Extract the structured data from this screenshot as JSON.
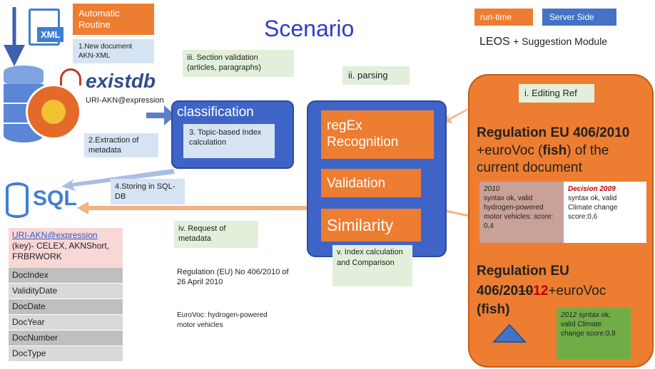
{
  "title": "Scenario",
  "legend": {
    "runtime": "run-time",
    "server": "Server Side",
    "leos": "LEOS",
    "suggestion": "+ Suggestion Module"
  },
  "left": {
    "xml_icon": "XML",
    "automatic_routine": "Automatic Routine",
    "new_document": "1.New document AKN-XML",
    "existdb": "existdb",
    "uri": "URI-AKN@expression",
    "extraction": "2.Extraction of metadata",
    "sql": "SQL",
    "storing": "4.Storing in SQL-DB",
    "table_header_link": "URI-AKN@expression",
    "table_header_rest": "(key)- CELEX, AKNShort, FRBRWORK",
    "table_rows": [
      "DocIndex",
      "ValidityDate",
      "DocDate",
      "DocYear",
      "DocNumber",
      "DocType"
    ]
  },
  "middle": {
    "section_validation": "iii. Section validation (articles, paragraphs)",
    "parsing": "ii. parsing",
    "classification": "classification",
    "topic_based": "3. Topic-based Index calculation",
    "request": "iv. Request of metadata",
    "regulation_text": "Regulation (EU) No 406/2010 of 26 April 2010",
    "eurovoc_text": "EuroVoc: hydrogen-powered motor vehicles",
    "regex": "regEx Recognition",
    "validation": "Validation",
    "similarity": "Similarity",
    "index_calc": "v. Index calculation and Comparison"
  },
  "right": {
    "editing_ref": "i. Editing Ref",
    "reg1_title": "Regulation EU 406/2010",
    "reg1_pre": "+euroVoc (",
    "reg1_bold": "fish",
    "reg1_post": ") of the current document",
    "box2010_year": "2010",
    "box2010_text": "syntax ok, valid hydrogen-powered motor vehicles: score: 0,4",
    "decision_title": "Decision 2009",
    "decision_text": "syntax ok, valid Climate change score:0,6",
    "reg2_line1": "Regulation EU",
    "reg2_prefix": "406/20",
    "reg2_strike": "10",
    "reg2_new": "12",
    "reg2_post": "+euroVoc",
    "reg2_fish": "(fish)",
    "box2012_year": "2012",
    "box2012_text": "syntax ok, valid Climate change score:0,9"
  }
}
